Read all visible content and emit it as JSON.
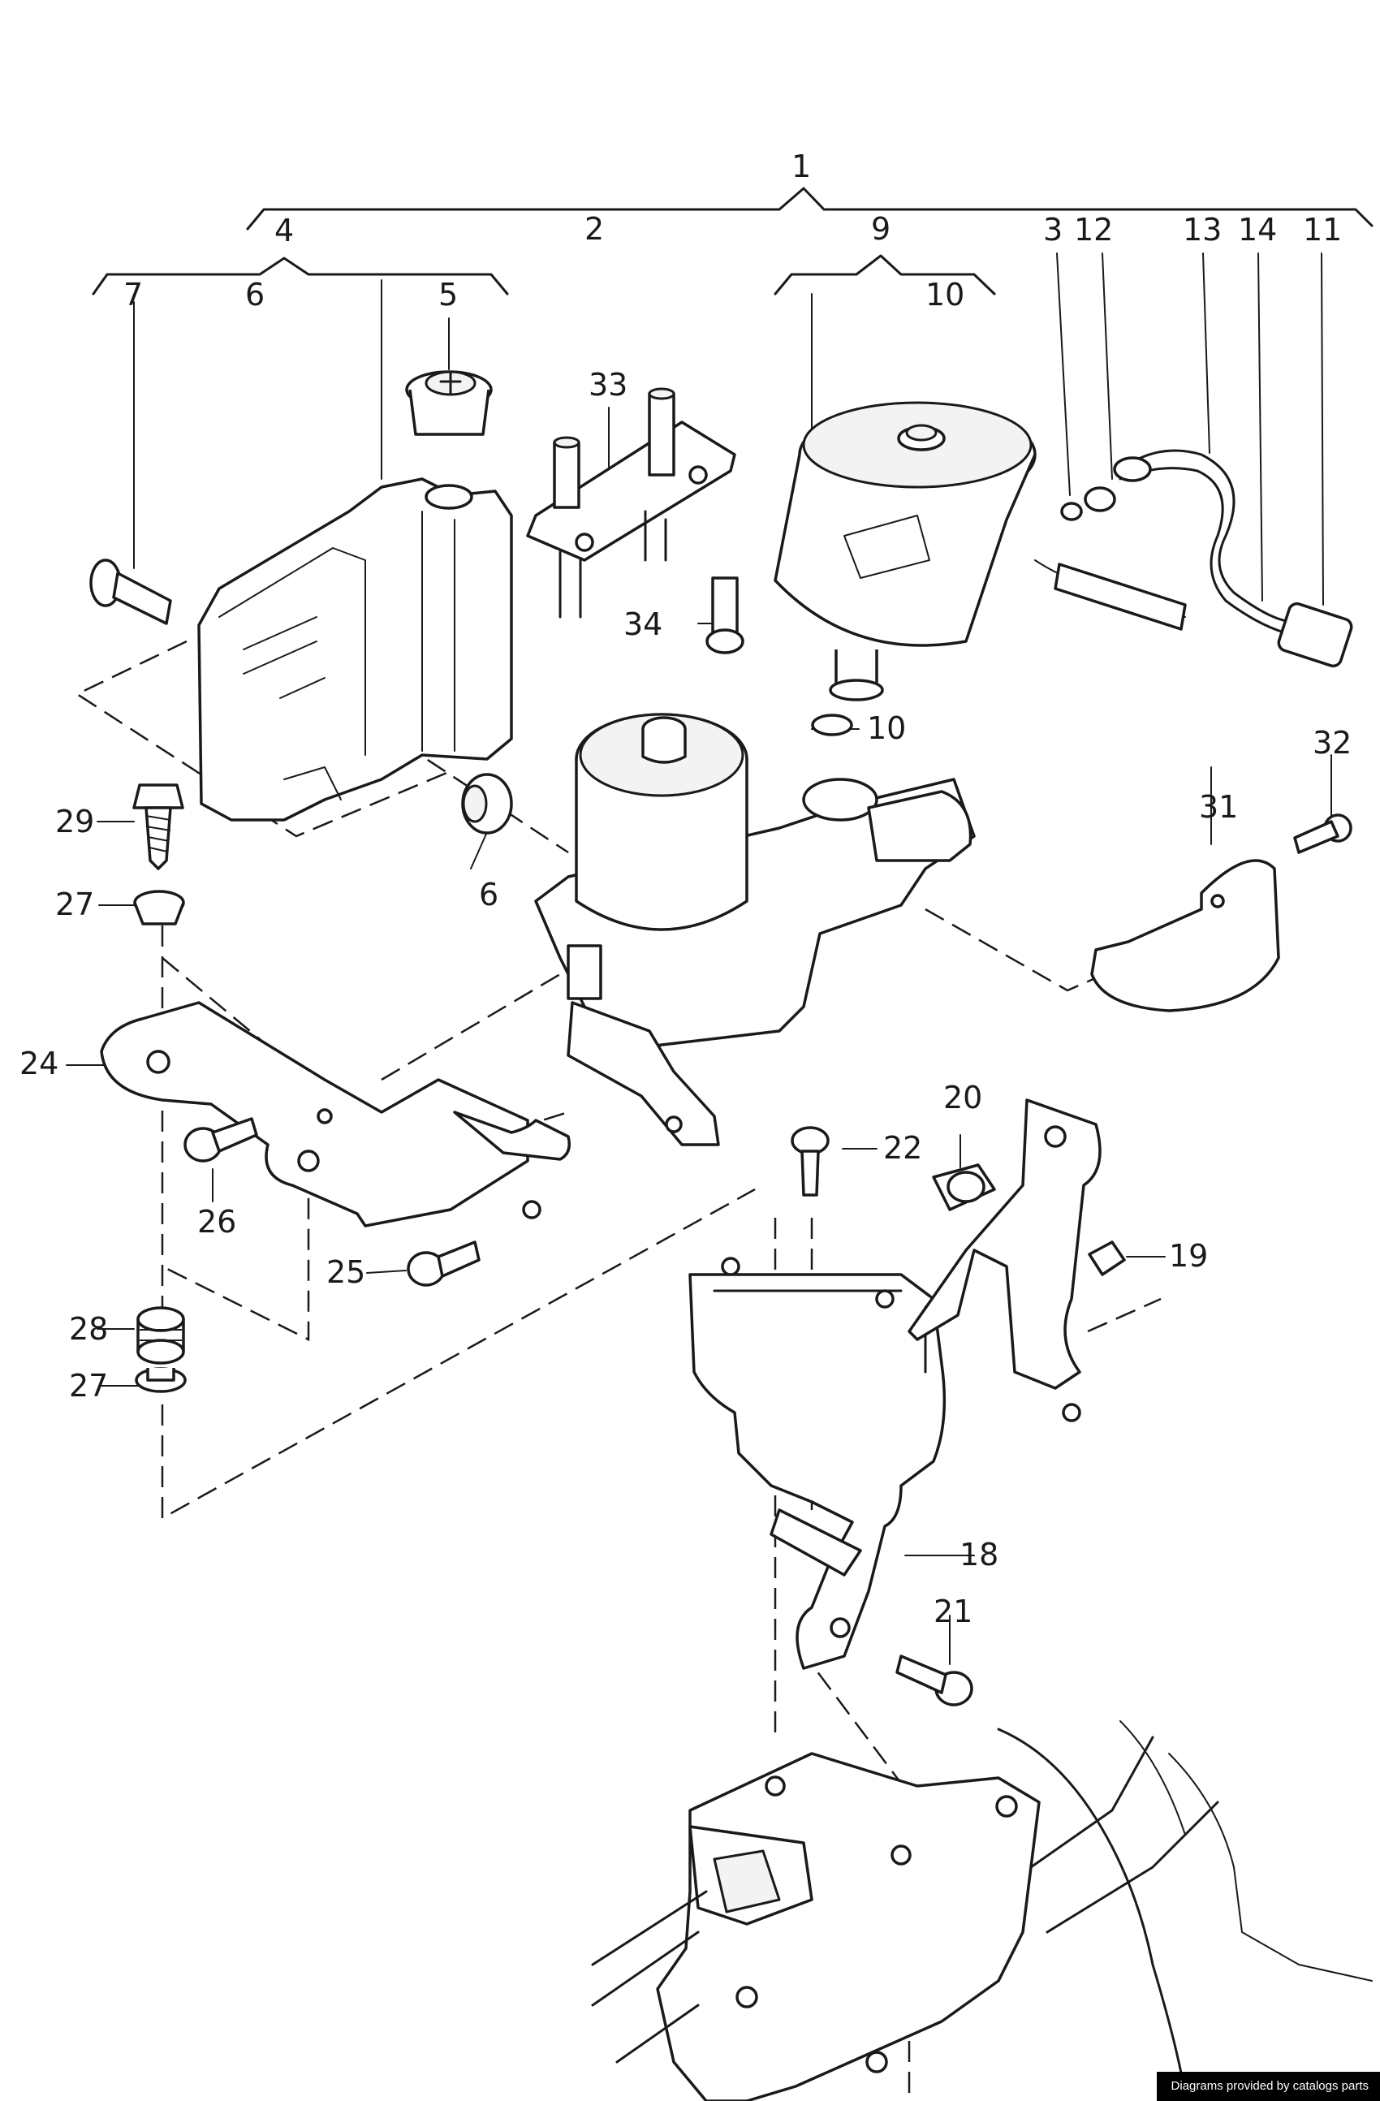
{
  "callouts": {
    "c1": "1",
    "c2": "2",
    "c3": "3",
    "c4": "4",
    "c5": "5",
    "c6a": "6",
    "c6b": "6",
    "c7": "7",
    "c9": "9",
    "c10a": "10",
    "c10b": "10",
    "c11": "11",
    "c12": "12",
    "c13": "13",
    "c14": "14",
    "c18": "18",
    "c19": "19",
    "c20": "20",
    "c21": "21",
    "c22": "22",
    "c24": "24",
    "c25": "25",
    "c26": "26",
    "c27a": "27",
    "c27b": "27",
    "c28": "28",
    "c29": "29",
    "c31": "31",
    "c32": "32",
    "c33": "33",
    "c34": "34"
  },
  "footer": {
    "credit": "Diagrams provided by catalogs parts"
  },
  "colors": {
    "ink": "#1a1a1a",
    "background": "#ffffff",
    "credit_bg": "#000000",
    "credit_text": "#ffffff"
  }
}
